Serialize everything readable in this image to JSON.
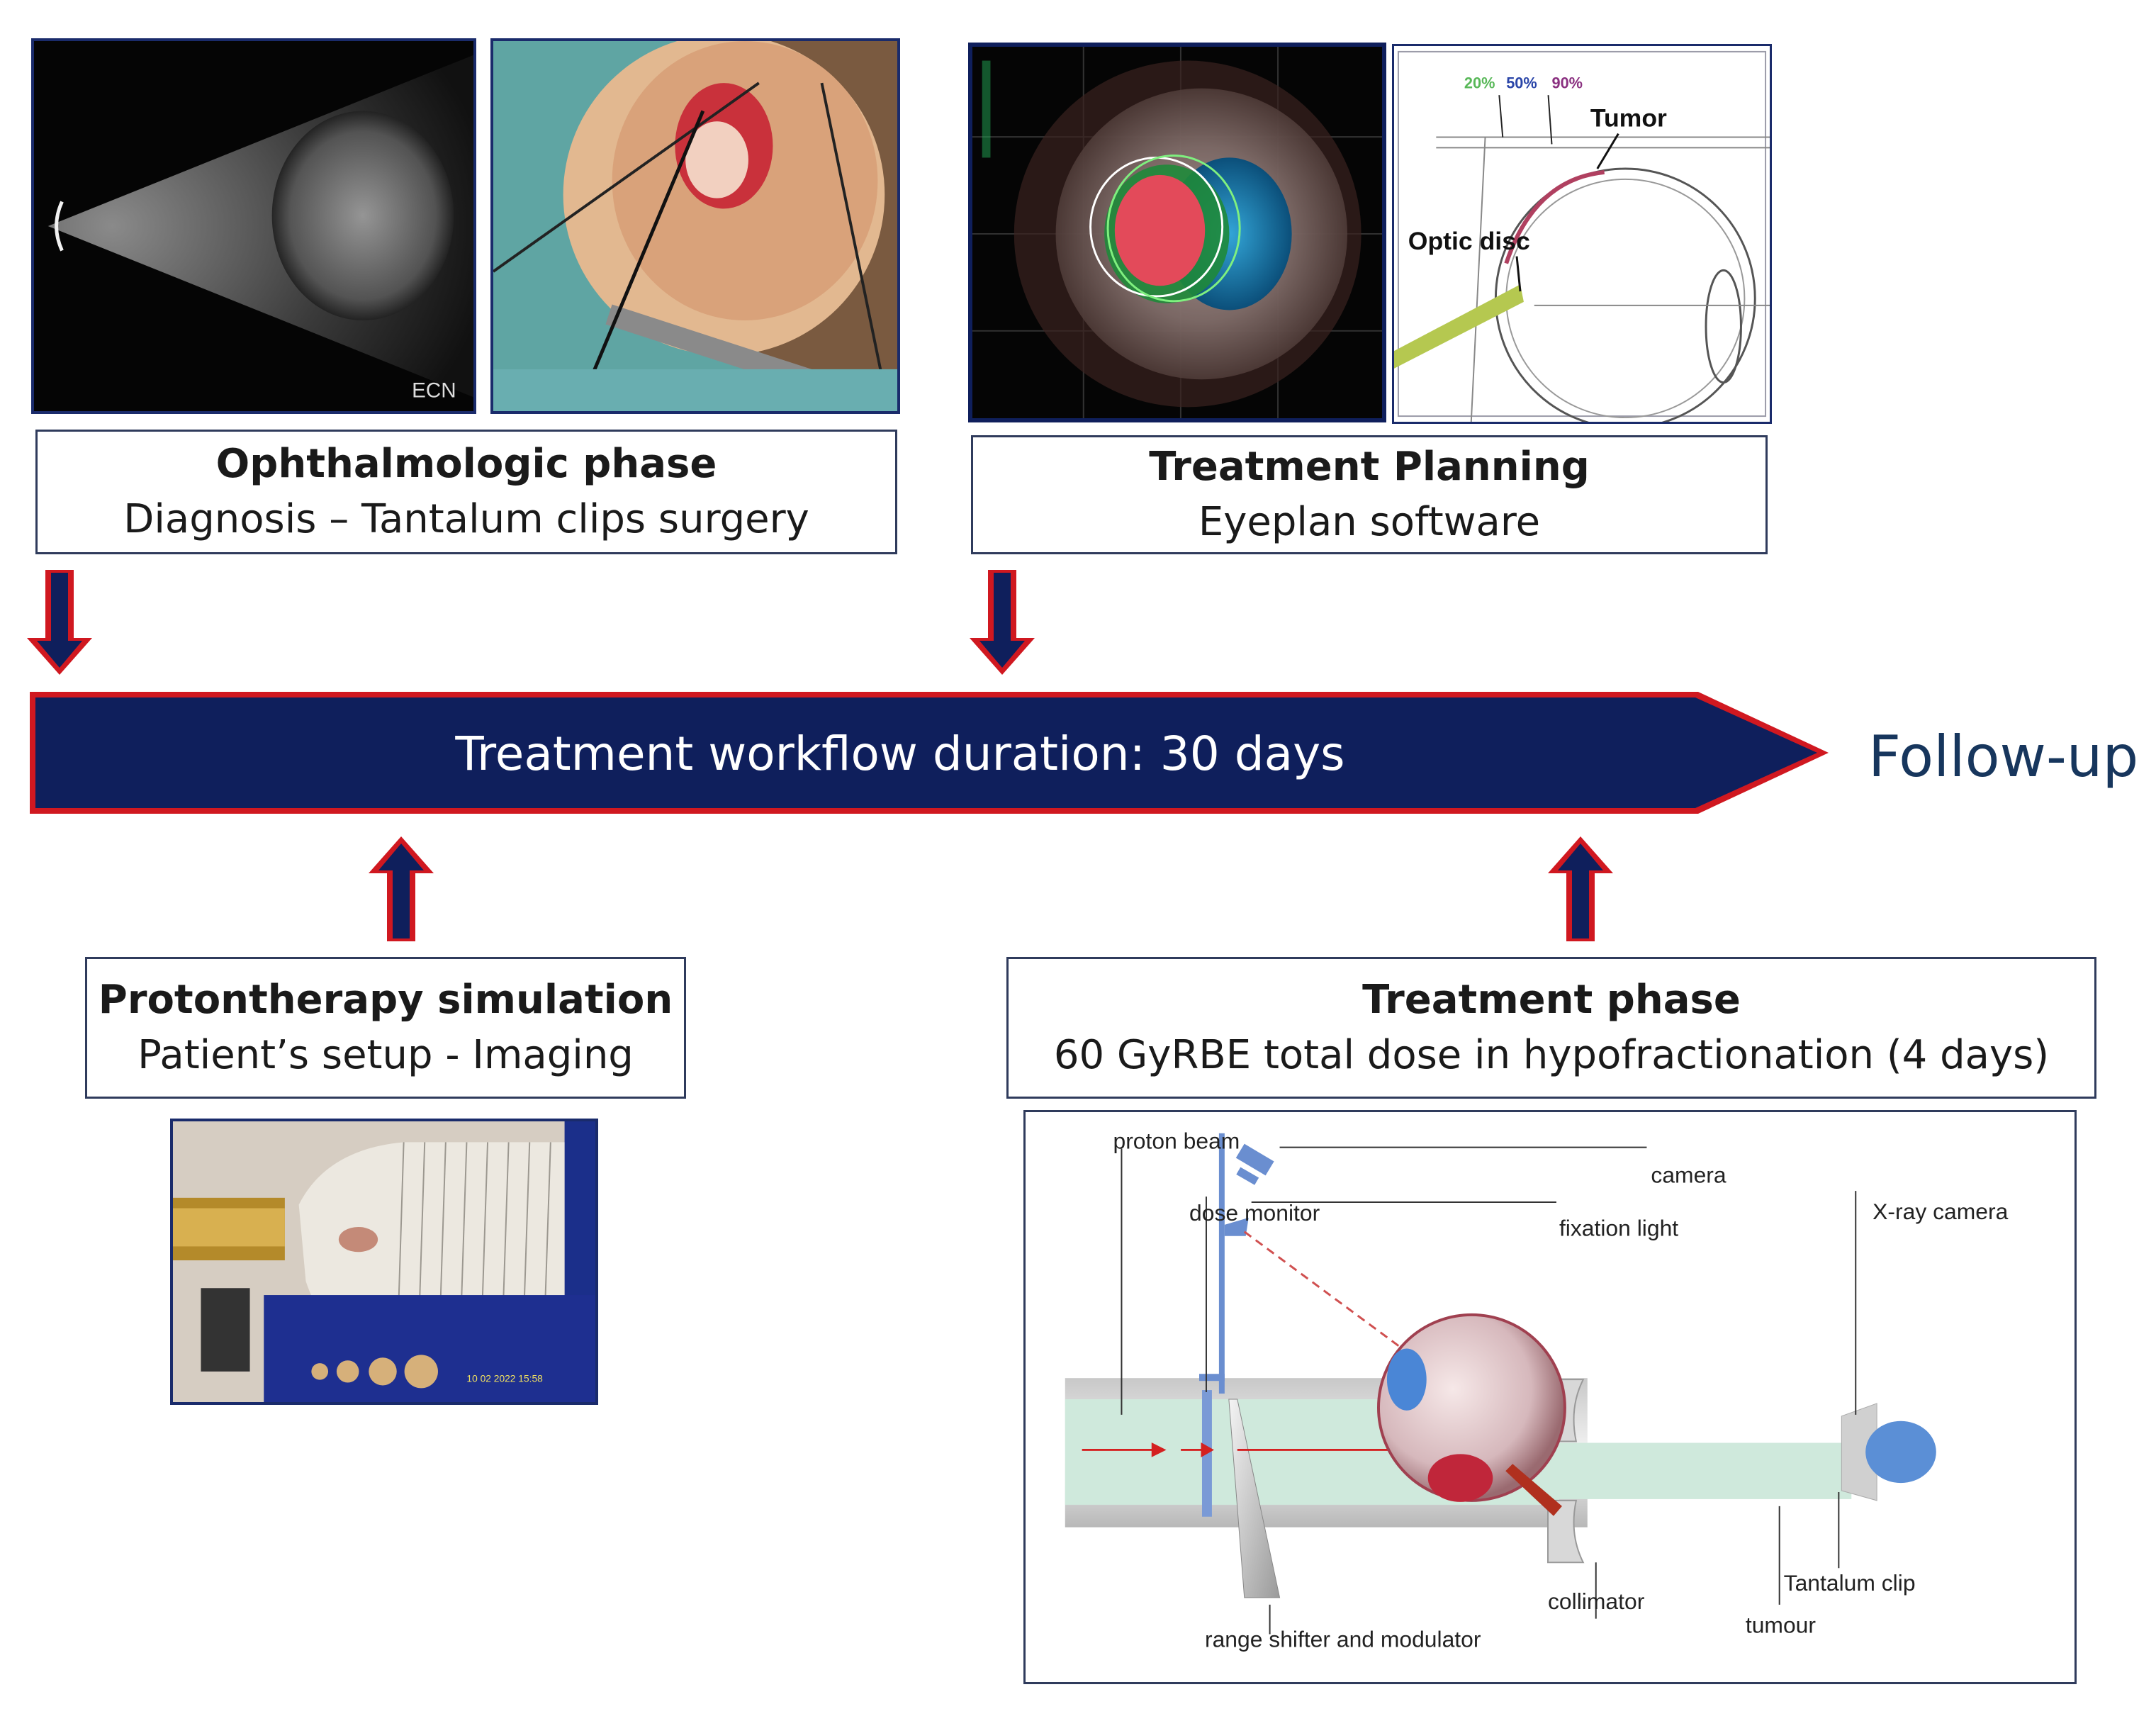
{
  "colors": {
    "navy": "#0f1f5c",
    "red": "#d01820",
    "follow_up_text": "#17365d"
  },
  "phases": {
    "ophthalmologic": {
      "title": "Ophthalmologic  phase",
      "subtitle": "Diagnosis – Tantalum clips surgery"
    },
    "planning": {
      "title": "Treatment Planning",
      "subtitle": "Eyeplan software"
    },
    "simulation": {
      "title": "Protontherapy  simulation",
      "subtitle": "Patient’s setup - Imaging"
    },
    "treatment": {
      "title": "Treatment  phase",
      "subtitle": "60 GyRBE  total dose  in  hypofractionation  (4 days)"
    }
  },
  "timeline": {
    "label": "Treatment workflow duration: 30 days",
    "follow_up": "Follow-up"
  },
  "images": {
    "ultrasound_watermark": "ECN",
    "eyeplan_dose_levels": [
      "20%",
      "50%",
      "90%"
    ],
    "eyeplan_tumor": "Tumor",
    "eyeplan_optic_disc": "Optic disc",
    "sim_screen_text": "10 02 2022  15:58"
  },
  "setup_diagram": {
    "proton_beam": "proton beam",
    "dose_monitor": "dose monitor",
    "camera": "camera",
    "fixation_light": "fixation light",
    "xray_camera": "X-ray camera",
    "collimator": "collimator",
    "range_shifter": "range shifter and modulator",
    "tantalum_clip": "Tantalum clip",
    "tumour": "tumour"
  }
}
